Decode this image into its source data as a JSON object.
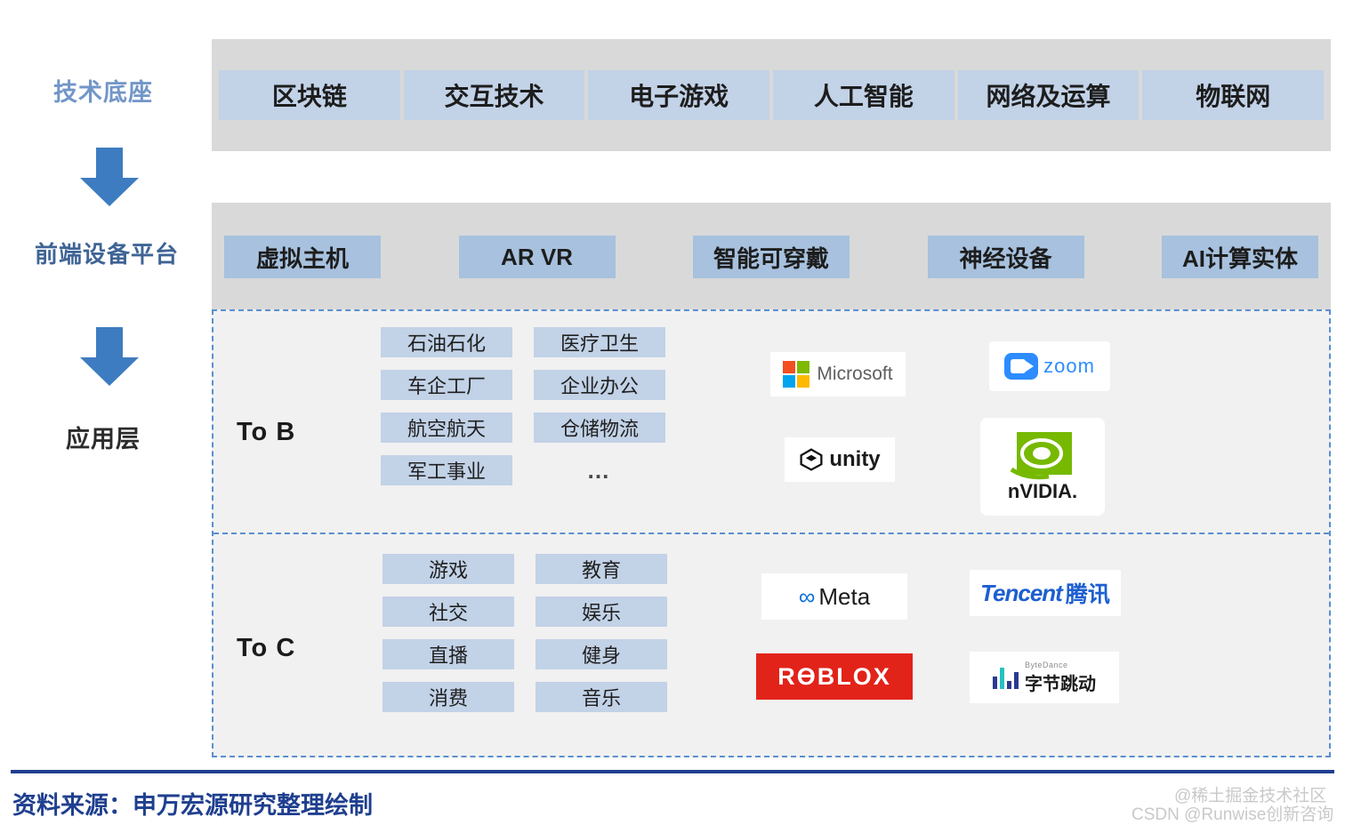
{
  "layers": {
    "tech_base": {
      "label": "技术底座",
      "chips": [
        "区块链",
        "交互技术",
        "电子游戏",
        "人工智能",
        "网络及运算",
        "物联网"
      ]
    },
    "frontend_platform": {
      "label": "前端设备平台",
      "chips": [
        "虚拟主机",
        "AR VR",
        "智能可穿戴",
        "神经设备",
        "AI计算实体"
      ]
    },
    "application": {
      "label": "应用层",
      "sections": [
        {
          "title": "To B",
          "chips": [
            "石油石化",
            "医疗卫生",
            "车企工厂",
            "企业办公",
            "航空航天",
            "仓储物流",
            "军工事业",
            "…"
          ],
          "logos": [
            {
              "name": "microsoft",
              "text": "Microsoft"
            },
            {
              "name": "zoom",
              "text": "zoom"
            },
            {
              "name": "unity",
              "text": "unity"
            },
            {
              "name": "nvidia",
              "text": "nVIDIA."
            }
          ]
        },
        {
          "title": "To C",
          "chips": [
            "游戏",
            "教育",
            "社交",
            "娱乐",
            "直播",
            "健身",
            "消费",
            "音乐"
          ],
          "logos": [
            {
              "name": "meta",
              "text": "Meta",
              "mark": "∞"
            },
            {
              "name": "tencent",
              "text": "Tencent",
              "text_cn": "腾讯"
            },
            {
              "name": "roblox",
              "text": "RƟBLOX"
            },
            {
              "name": "bytedance",
              "text_en": "ByteDance",
              "text_cn": "字节跳动"
            }
          ]
        }
      ]
    }
  },
  "footer": {
    "source": "资料来源：申万宏源研究整理绘制",
    "watermark_1": "@稀土掘金技术社区",
    "watermark_2": "CSDN @Runwise创新咨询"
  },
  "colors": {
    "band_bg": "#d9d9d9",
    "chip_light": "#c2d2e7",
    "chip_strong": "#a7c1de",
    "accent_blue": "#1f3f8f",
    "arrow_blue": "#3d7cc0",
    "dashed_border": "#5a8fd0",
    "app_bg": "#f1f1f1"
  }
}
